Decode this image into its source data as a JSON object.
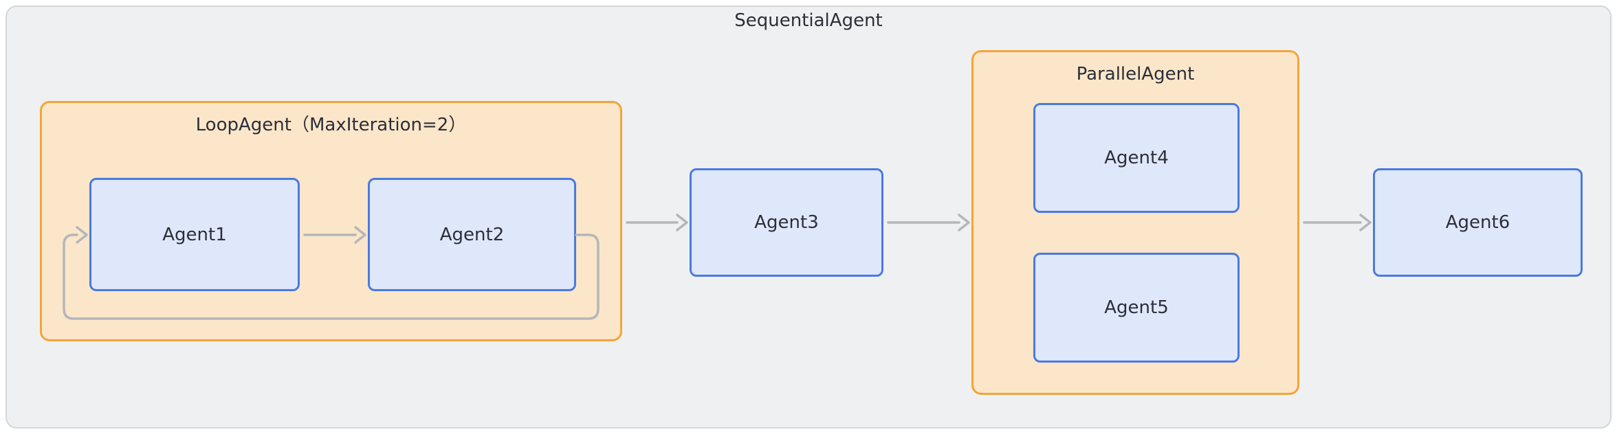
{
  "colors": {
    "page_bg": "#ffffff",
    "outer_bg": "#eff0f2",
    "outer_border": "#d4d6d9",
    "group_bg": "#fbe6c9",
    "group_border": "#f4a43b",
    "node_bg": "#dfe7fa",
    "node_border": "#4a7ae0",
    "arrow": "#b4b6b9",
    "text": "#2b2f38"
  },
  "diagram": {
    "title": "SequentialAgent",
    "groups": {
      "loop": {
        "label": "LoopAgent（MaxIteration=2）"
      },
      "parallel": {
        "label": "ParallelAgent"
      }
    },
    "nodes": {
      "agent1": {
        "label": "Agent1"
      },
      "agent2": {
        "label": "Agent2"
      },
      "agent3": {
        "label": "Agent3"
      },
      "agent4": {
        "label": "Agent4"
      },
      "agent5": {
        "label": "Agent5"
      },
      "agent6": {
        "label": "Agent6"
      }
    },
    "edges": [
      {
        "from": "agent1",
        "to": "agent2",
        "type": "straight"
      },
      {
        "from": "loop",
        "to": "agent3",
        "type": "straight"
      },
      {
        "from": "agent3",
        "to": "parallel",
        "type": "straight"
      },
      {
        "from": "parallel",
        "to": "agent6",
        "type": "straight"
      },
      {
        "from": "agent2",
        "to": "agent1",
        "type": "loop-back"
      }
    ]
  }
}
